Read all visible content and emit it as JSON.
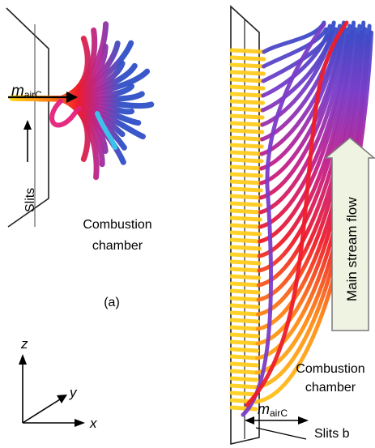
{
  "panel_a": {
    "mass_flow_symbol": "m",
    "mass_flow_subscript": "airC",
    "slits_label": "Slits",
    "chamber_line1": "Combustion",
    "chamber_line2": "chamber",
    "caption": "(a)"
  },
  "axes": {
    "z_label": "z",
    "y_label": "y",
    "x_label": "x"
  },
  "panel_b": {
    "main_flow_label": "Main stream flow",
    "chamber_line1": "Combustion",
    "chamber_line2": "chamber",
    "mass_flow_symbol": "m",
    "mass_flow_subscript": "airC",
    "slits_label": "Slits b"
  },
  "colors": {
    "stream_start": "#ffd21e",
    "stream_mid_orange": "#ff7a14",
    "stream_mid_red": "#ee1c2a",
    "stream_magenta": "#c0208f",
    "stream_purple": "#7a3cc8",
    "stream_blue": "#2f4fc7",
    "stream_cyan": "#38c9ee",
    "arrow_fill": "#eef3e2",
    "arrow_stroke": "#7a7a7a"
  }
}
